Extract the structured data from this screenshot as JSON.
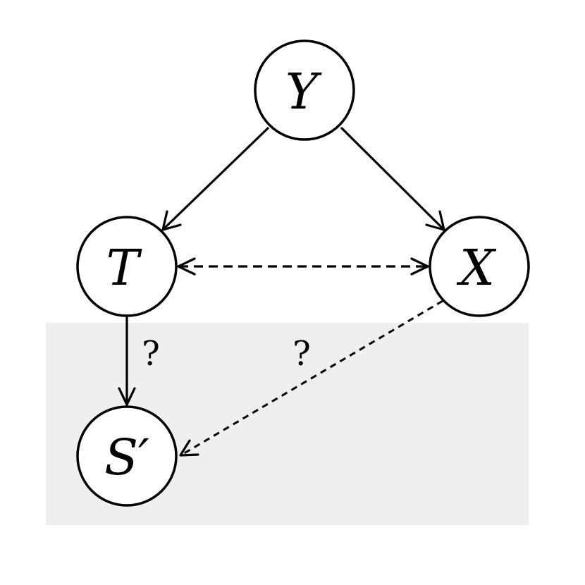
{
  "nodes": {
    "y": {
      "label": "Y"
    },
    "t": {
      "label": "T"
    },
    "x": {
      "label": "X"
    },
    "s": {
      "label": "S′"
    }
  },
  "edges": {
    "y_to_t": {
      "style": "solid",
      "direction": "forward"
    },
    "y_to_x": {
      "style": "solid",
      "direction": "forward"
    },
    "t_x": {
      "style": "dashed",
      "direction": "bidirectional"
    },
    "t_to_s": {
      "style": "solid",
      "direction": "forward",
      "label": "?"
    },
    "x_to_s": {
      "style": "dashed",
      "direction": "forward",
      "label": "?"
    }
  },
  "colors": {
    "stroke": "#000000",
    "node_fill": "#ffffff",
    "region_fill": "#efefef",
    "background": "#ffffff"
  }
}
